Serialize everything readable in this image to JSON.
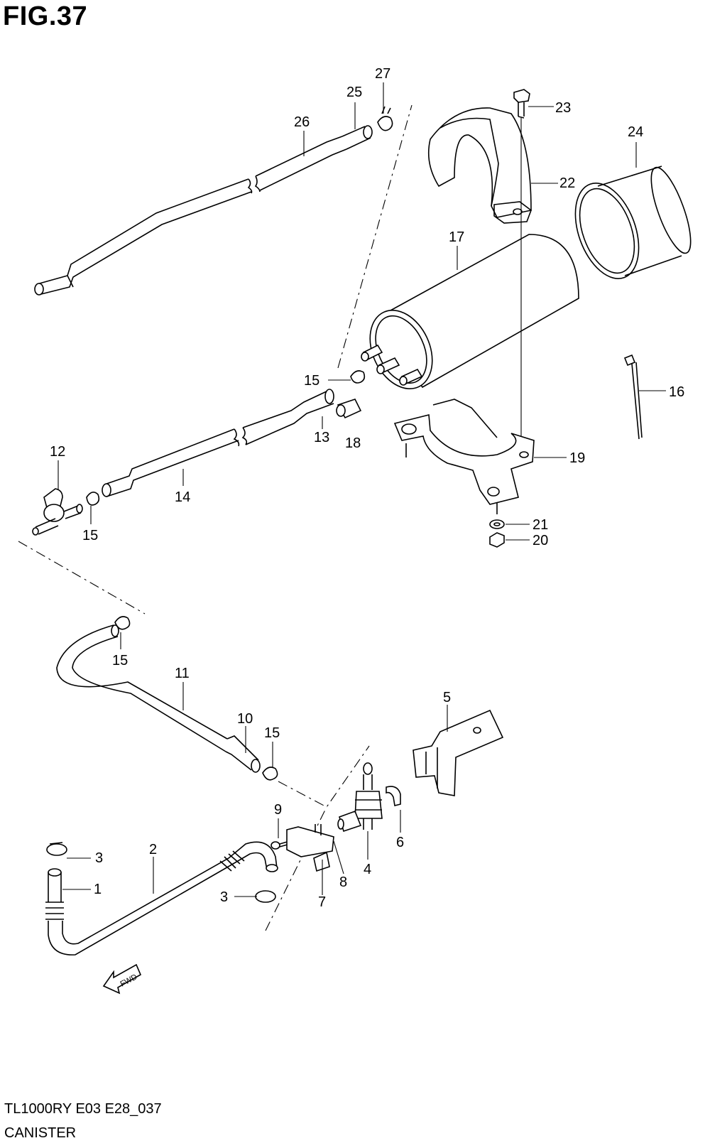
{
  "figure": {
    "title": "FIG.37",
    "model_code": "TL1000RY E03 E28_037",
    "name": "CANISTER"
  },
  "callouts": [
    {
      "id": "27",
      "text": "27"
    },
    {
      "id": "25",
      "text": "25"
    },
    {
      "id": "26",
      "text": "26"
    },
    {
      "id": "23",
      "text": "23"
    },
    {
      "id": "24",
      "text": "24"
    },
    {
      "id": "22",
      "text": "22"
    },
    {
      "id": "17",
      "text": "17"
    },
    {
      "id": "16",
      "text": "16"
    },
    {
      "id": "15a",
      "text": "15"
    },
    {
      "id": "13",
      "text": "13"
    },
    {
      "id": "18",
      "text": "18"
    },
    {
      "id": "12",
      "text": "12"
    },
    {
      "id": "14",
      "text": "14"
    },
    {
      "id": "15b",
      "text": "15"
    },
    {
      "id": "19",
      "text": "19"
    },
    {
      "id": "21",
      "text": "21"
    },
    {
      "id": "20",
      "text": "20"
    },
    {
      "id": "15c",
      "text": "15"
    },
    {
      "id": "11",
      "text": "11"
    },
    {
      "id": "10",
      "text": "10"
    },
    {
      "id": "15d",
      "text": "15"
    },
    {
      "id": "5",
      "text": "5"
    },
    {
      "id": "9",
      "text": "9"
    },
    {
      "id": "6",
      "text": "6"
    },
    {
      "id": "2",
      "text": "2"
    },
    {
      "id": "3a",
      "text": "3"
    },
    {
      "id": "1",
      "text": "1"
    },
    {
      "id": "8",
      "text": "8"
    },
    {
      "id": "4",
      "text": "4"
    },
    {
      "id": "3b",
      "text": "3"
    },
    {
      "id": "7",
      "text": "7"
    }
  ],
  "direction_marker": {
    "text": "FWD",
    "icon": "fwd-arrow-icon"
  }
}
